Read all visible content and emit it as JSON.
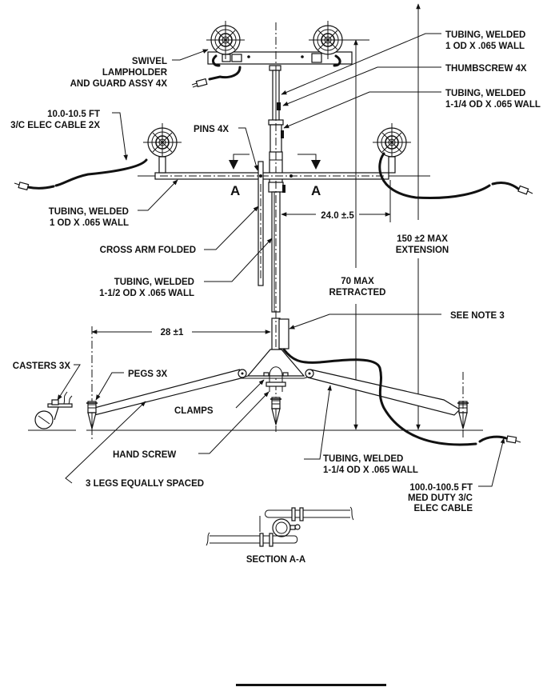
{
  "drawing": {
    "title": "Light Stand Assembly",
    "labels": {
      "swivel_lampholder": [
        "SWIVEL",
        "LAMPHOLDER",
        "AND GUARD ASSY 4X"
      ],
      "elec_cable_short": [
        "10.0-10.5 FT",
        "3/C ELEC CABLE 2X"
      ],
      "pins": "PINS 4X",
      "tubing_top": [
        "TUBING, WELDED",
        "1 OD X .065 WALL"
      ],
      "thumbscrew": "THUMBSCREW 4X",
      "tubing_mid": [
        "TUBING, WELDED",
        "1-1/4 OD X .065 WALL"
      ],
      "tubing_crossarm": [
        "TUBING, WELDED",
        "1 OD X .065 WALL"
      ],
      "cross_arm_folded": "CROSS ARM FOLDED",
      "tubing_main": [
        "TUBING, WELDED",
        "1-1/2 OD X .065 WALL"
      ],
      "section_mark": "A",
      "dim_crossarm": "24.0 ±.5",
      "dim_extension": [
        "150 ±2 MAX",
        "EXTENSION"
      ],
      "dim_retracted": [
        "70 MAX",
        "RETRACTED"
      ],
      "see_note": "SEE NOTE 3",
      "dim_leg": "28 ±1",
      "casters": "CASTERS 3X",
      "pegs": "PEGS 3X",
      "clamps": "CLAMPS",
      "hand_screw": "HAND SCREW",
      "tubing_leg": [
        "TUBING, WELDED",
        "1-1/4 OD X .065 WALL"
      ],
      "legs": "3 LEGS EQUALLY SPACED",
      "elec_cable_long": [
        "100.0-100.5 FT",
        "MED DUTY 3/C",
        "ELEC CABLE"
      ],
      "section_title": "SECTION A-A"
    }
  }
}
